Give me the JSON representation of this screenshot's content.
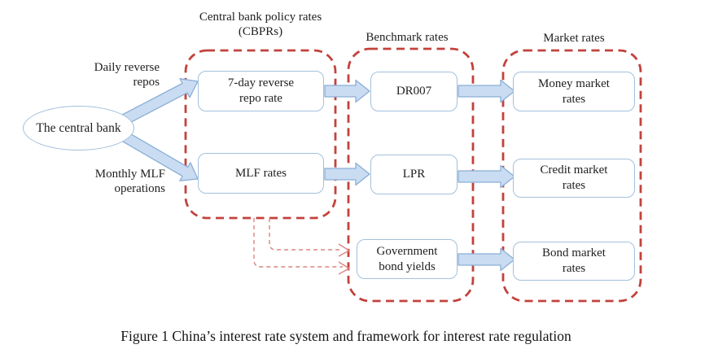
{
  "diagram": {
    "columns": [
      {
        "header": "Central bank policy rates (CBPRs)"
      },
      {
        "header": "Benchmark rates"
      },
      {
        "header": "Market rates"
      }
    ],
    "source": {
      "label": "The central bank"
    },
    "flows": [
      {
        "label": "Daily reverse repos"
      },
      {
        "label": "Monthly MLF operations"
      }
    ],
    "nodes": {
      "repo7d": "7-day reverse repo rate",
      "mlf": "MLF rates",
      "dr007": "DR007",
      "lpr": "LPR",
      "govbond": "Government bond yields",
      "money": "Money market rates",
      "credit": "Credit market rates",
      "bond": "Bond market rates"
    },
    "colors": {
      "container_dash": "#c2423c",
      "thin_dash": "#da8581",
      "box_border": "#a3c0dc",
      "arrow_fill": "#c9dcf2",
      "arrow_stroke": "#8aaed6",
      "text": "#1f1f1f"
    }
  },
  "caption": "Figure 1 China’s interest rate system and framework for interest rate regulation"
}
